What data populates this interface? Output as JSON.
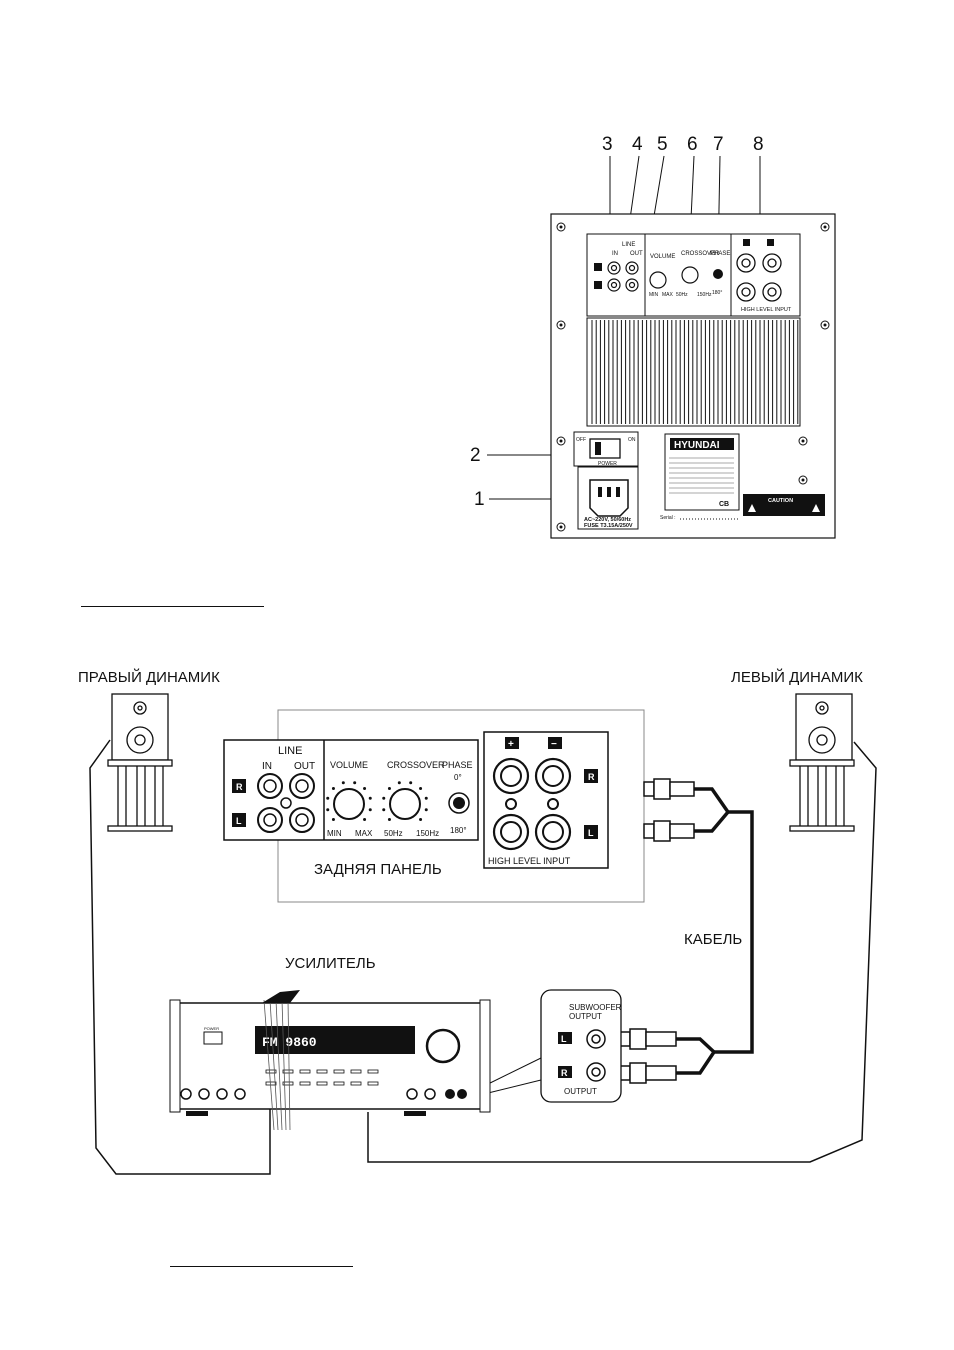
{
  "callouts": [
    "3",
    "4",
    "5",
    "6",
    "7",
    "8",
    "2",
    "1"
  ],
  "panel": {
    "line": "LINE",
    "in": "IN",
    "out": "OUT",
    "r": "R",
    "l": "L",
    "volume": "VOLUME",
    "crossover": "CROSSOVER",
    "phase": "PHASE",
    "min": "MIN",
    "max": "MAX",
    "hz50": "50Hz",
    "hz150": "150Hz",
    "deg0": "0°",
    "deg180": "180°",
    "high_level_input": "HIGH  LEVEL  INPUT",
    "plus": "+",
    "minus": "−",
    "off": "OFF",
    "on": "ON",
    "power": "POWER",
    "ac_line1": "AC~220V, 50/60Hz",
    "ac_line2": "FUSE T3.15A/250V",
    "brand": "HYUNDAI",
    "caution": "CAUTION",
    "cb": "CB",
    "serial": "Serial :"
  },
  "diagram": {
    "right_speaker": "ПРАВЫЙ ДИНАМИК",
    "left_speaker": "ЛЕВЫЙ ДИНАМИК",
    "rear_panel": "ЗАДНЯЯ ПАНЕЛЬ",
    "cable": "КАБЕЛЬ",
    "amplifier": "УСИЛИТЕЛЬ",
    "sub_out_line1": "SUBWOOFER",
    "sub_out_line2": "OUTPUT",
    "display": "FM 9860",
    "power_btn": "POWER"
  }
}
